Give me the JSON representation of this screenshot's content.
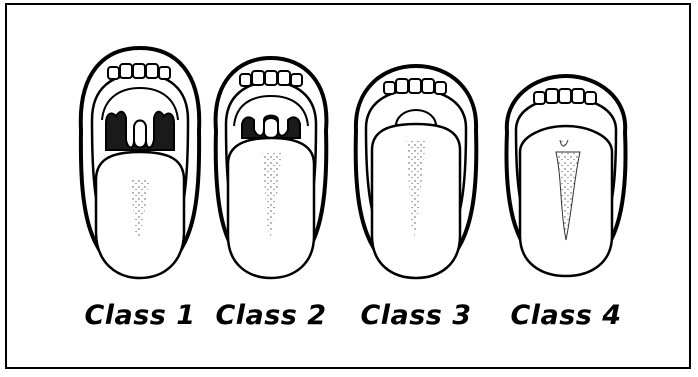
{
  "figure": {
    "items": [
      {
        "label": "Class 1"
      },
      {
        "label": "Class 2"
      },
      {
        "label": "Class 3"
      },
      {
        "label": "Class 4"
      }
    ]
  }
}
